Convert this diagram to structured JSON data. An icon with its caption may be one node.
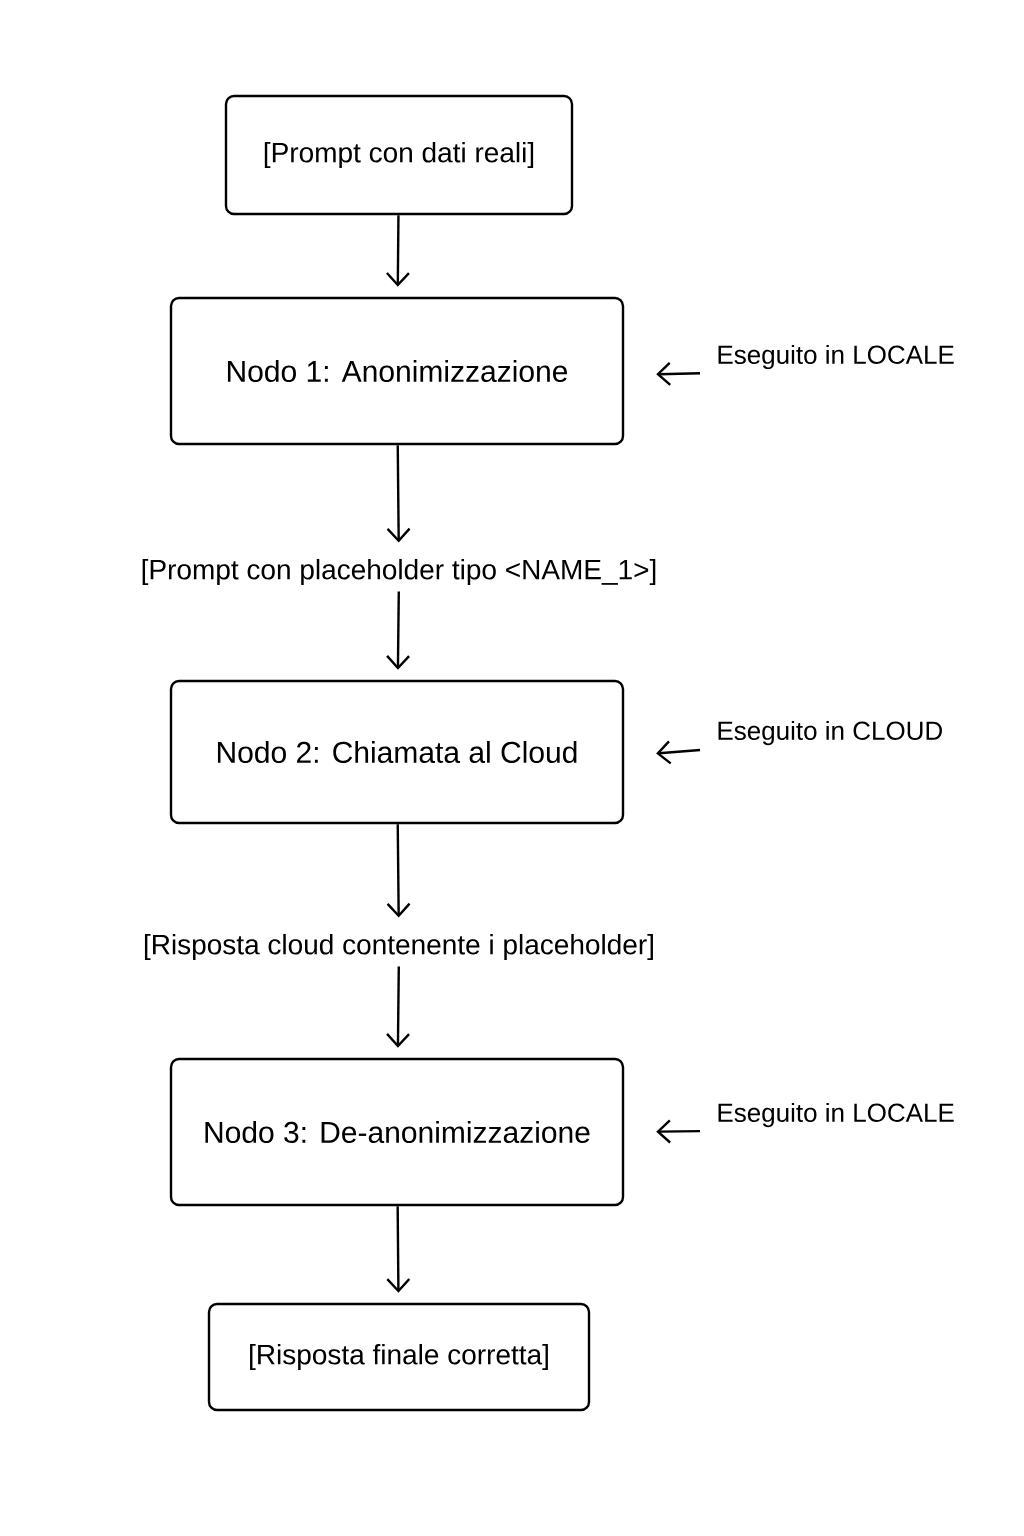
{
  "diagram": {
    "nodes": [
      {
        "text": [
          "[Prompt con dati reali]"
        ]
      },
      {
        "text": [
          "Nodo 1: Anonimizzazione"
        ]
      },
      {
        "text": [
          "[Prompt con placeholder tipo <NAME_1>]"
        ]
      },
      {
        "text": [
          "Nodo 2: Chiamata al Cloud"
        ]
      },
      {
        "text": [
          "[Risposta cloud contenente i placeholder]"
        ]
      },
      {
        "text": [
          "Nodo 3: De-anonimizzazione"
        ]
      },
      {
        "text": [
          "[Risposta finale corretta]"
        ]
      },
      {
        "text": [
          "Eseguito in LOCALE"
        ]
      },
      {
        "text": [
          "Eseguito in CLOUD"
        ]
      },
      {
        "text": [
          "Eseguito in LOCALE"
        ]
      }
    ],
    "edges": [
      {
        "from": 0,
        "to": 1,
        "arrow": "to"
      },
      {
        "from": 1,
        "to": 2,
        "arrow": "to"
      },
      {
        "from": 2,
        "to": 3,
        "arrow": "to"
      },
      {
        "from": 3,
        "to": 4,
        "arrow": "to"
      },
      {
        "from": 4,
        "to": 5,
        "arrow": "to"
      },
      {
        "from": 5,
        "to": 6,
        "arrow": "to"
      },
      {
        "from": 7,
        "to": 1,
        "arrow": "to"
      },
      {
        "from": 8,
        "to": 3,
        "arrow": "to"
      },
      {
        "from": 9,
        "to": 5,
        "arrow": "to"
      }
    ]
  }
}
